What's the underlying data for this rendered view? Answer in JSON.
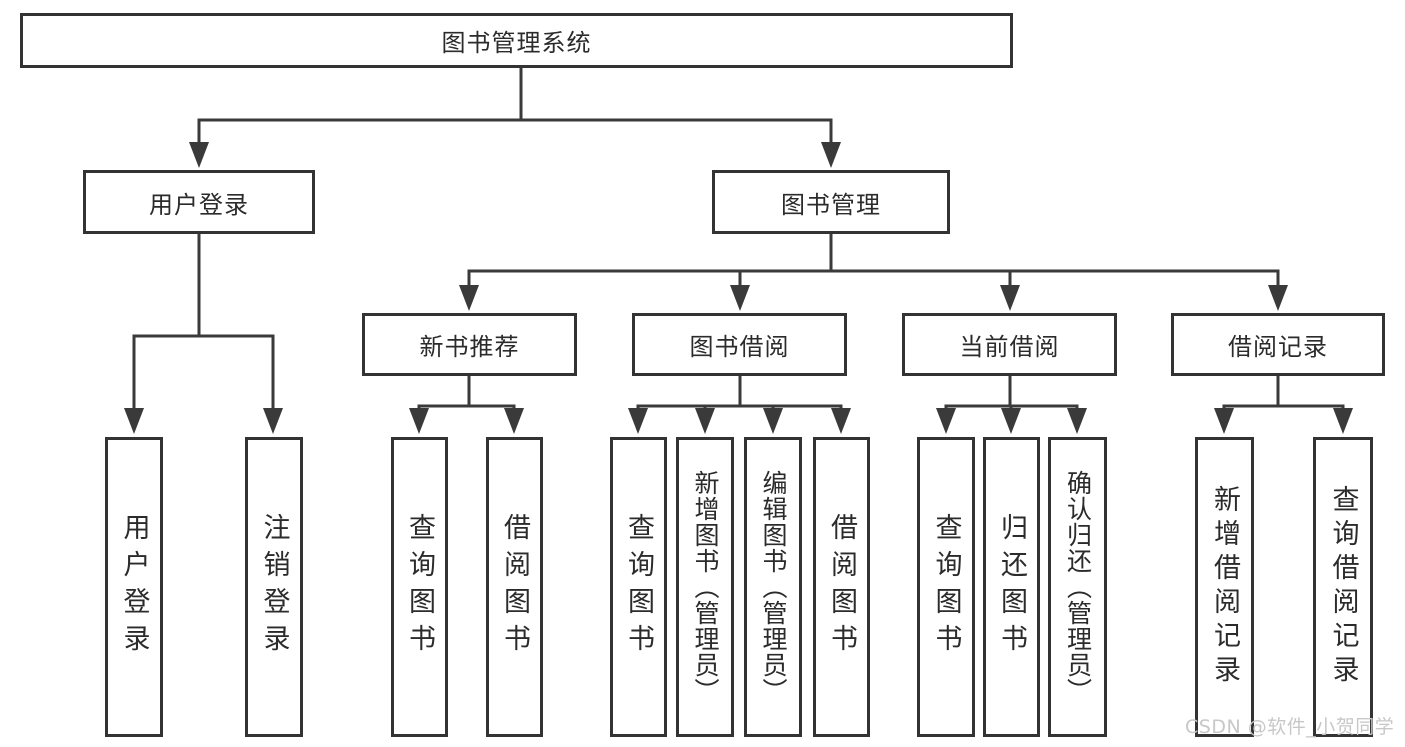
{
  "diagram": {
    "root": {
      "label": "图书管理系统"
    },
    "user_login": {
      "label": "用户登录",
      "children": {
        "login": {
          "label": "用户登录"
        },
        "logout": {
          "label": "注销登录"
        }
      }
    },
    "book_mgmt": {
      "label": "图书管理",
      "children": {
        "new_book_rec": {
          "label": "新书推荐",
          "children": {
            "query_book": {
              "label": "查询图书"
            },
            "borrow_book": {
              "label": "借阅图书"
            }
          }
        },
        "book_borrow": {
          "label": "图书借阅",
          "children": {
            "query_book": {
              "label": "查询图书"
            },
            "add_book": {
              "label": "新增图书（管理员）"
            },
            "edit_book": {
              "label": "编辑图书（管理员）"
            },
            "borrow_book": {
              "label": "借阅图书"
            }
          }
        },
        "current_borrow": {
          "label": "当前借阅",
          "children": {
            "query_book": {
              "label": "查询图书"
            },
            "return_book": {
              "label": "归还图书"
            },
            "confirm_return": {
              "label": "确认归还（管理员）"
            }
          }
        },
        "borrow_records": {
          "label": "借阅记录",
          "children": {
            "add_record": {
              "label": "新增借阅记录"
            },
            "query_record": {
              "label": "查询借阅记录"
            }
          }
        }
      }
    }
  },
  "watermark": {
    "text": "CSDN @软件_小贺同学"
  },
  "colors": {
    "line": "#3a3a3a",
    "box_border": "#333333",
    "text": "#2b2b2b",
    "background": "#ffffff",
    "watermark": "#c8c8c8"
  }
}
